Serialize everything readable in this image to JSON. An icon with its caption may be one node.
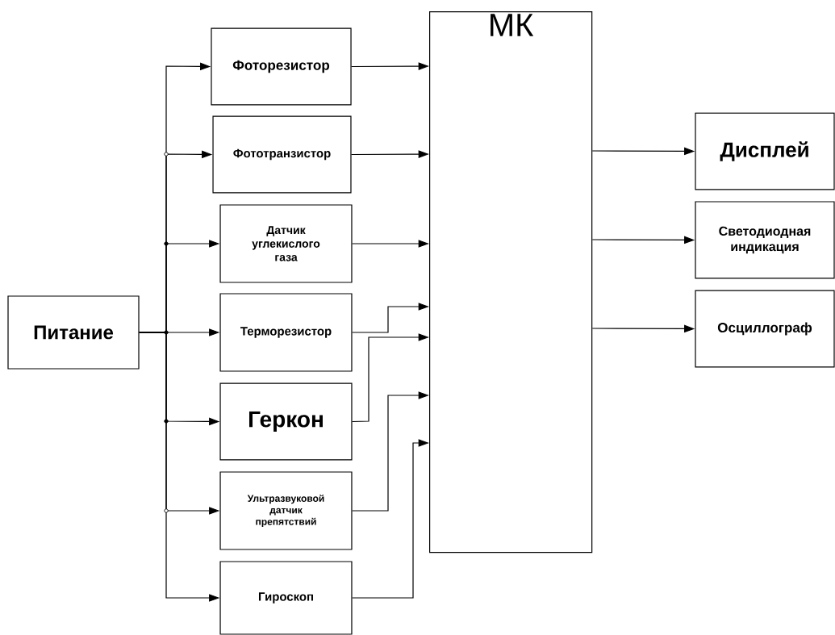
{
  "diagram": {
    "nodes": [
      {
        "text": [
          "Питание"
        ]
      },
      {
        "text": [
          "Фоторезистор"
        ]
      },
      {
        "text": [
          "Фототранзистор"
        ]
      },
      {
        "text": [
          "Датчик углекислого газа"
        ]
      },
      {
        "text": [
          "Терморезистор"
        ]
      },
      {
        "text": [
          "Геркон"
        ]
      },
      {
        "text": [
          "Ультразвуковой датчик препятствий"
        ]
      },
      {
        "text": [
          "Гироскоп"
        ]
      },
      {
        "text": [
          "МК"
        ]
      },
      {
        "text": [
          "Дисплей"
        ]
      },
      {
        "text": [
          "Светодиодная индикация"
        ]
      },
      {
        "text": [
          "Осциллограф"
        ]
      }
    ],
    "edges": [
      {
        "from": 0,
        "to": 1,
        "arrow": "to"
      },
      {
        "from": 0,
        "to": 2,
        "arrow": "to"
      },
      {
        "from": 0,
        "to": 3,
        "arrow": "to"
      },
      {
        "from": 0,
        "to": 4,
        "arrow": "to"
      },
      {
        "from": 0,
        "to": 5,
        "arrow": "to"
      },
      {
        "from": 0,
        "to": 6,
        "arrow": "to"
      },
      {
        "from": 0,
        "to": 7,
        "arrow": "to"
      },
      {
        "from": 1,
        "to": 8,
        "arrow": "to"
      },
      {
        "from": 2,
        "to": 8,
        "arrow": "to"
      },
      {
        "from": 3,
        "to": 8,
        "arrow": "to"
      },
      {
        "from": 4,
        "to": 8,
        "arrow": "to"
      },
      {
        "from": 5,
        "to": 8,
        "arrow": "to"
      },
      {
        "from": 6,
        "to": 8,
        "arrow": "to"
      },
      {
        "from": 7,
        "to": 8,
        "arrow": "to"
      },
      {
        "from": 8,
        "to": 9,
        "arrow": "to"
      },
      {
        "from": 8,
        "to": 10,
        "arrow": "to"
      },
      {
        "from": 8,
        "to": 11,
        "arrow": "to"
      }
    ]
  }
}
